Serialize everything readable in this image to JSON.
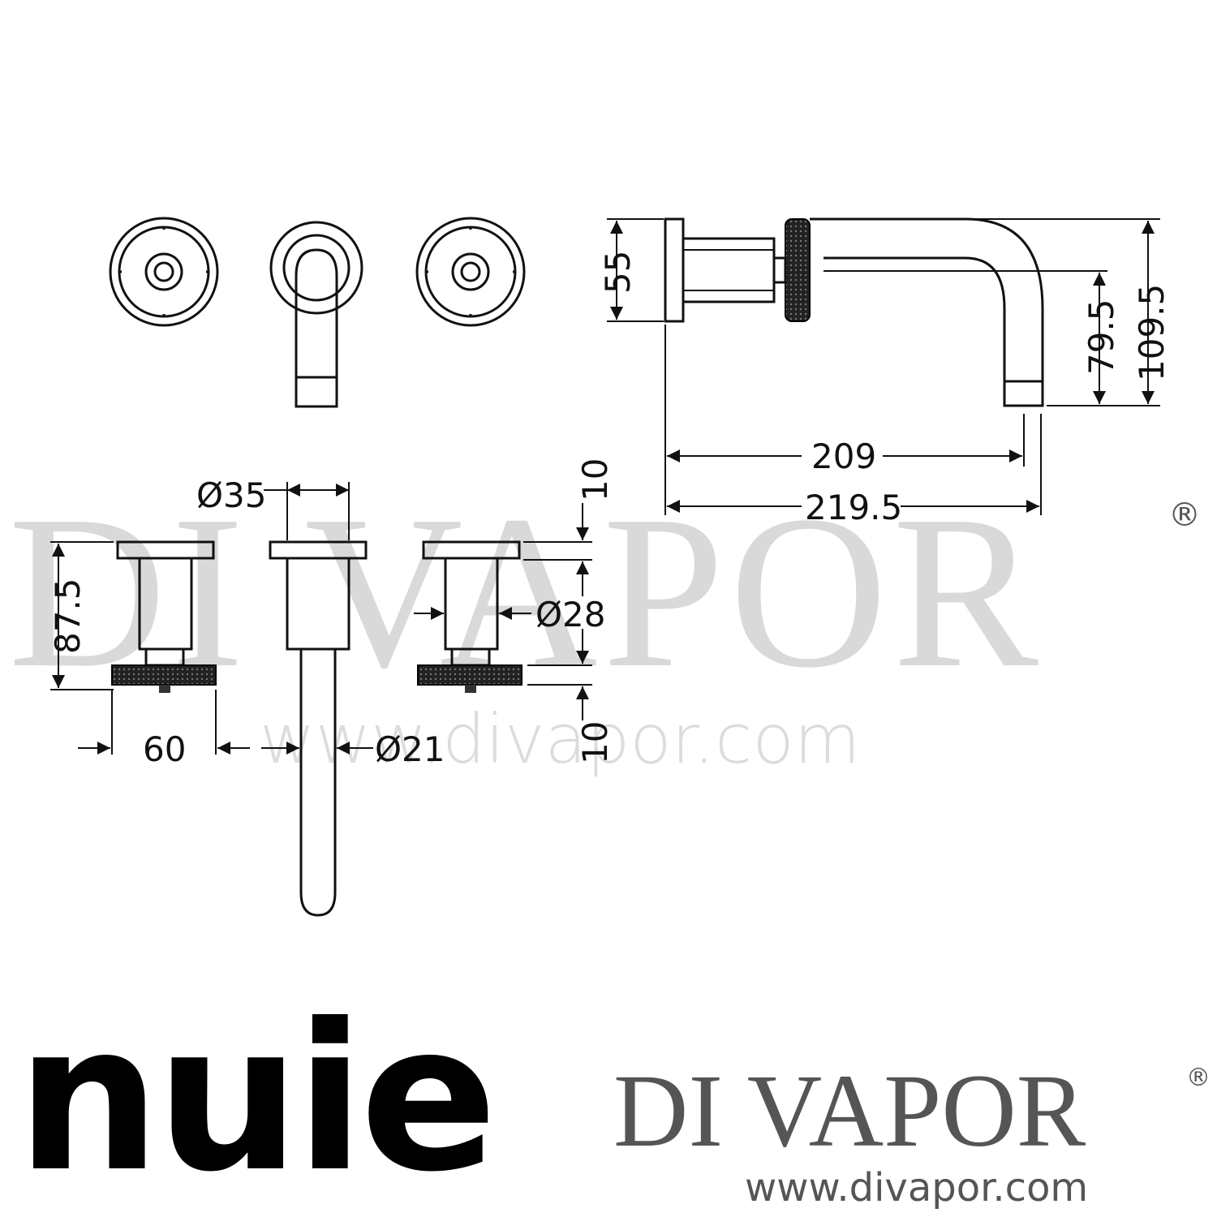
{
  "watermark": {
    "brand": "DI VAPOR",
    "registered": "®",
    "url": "www.divapor.com"
  },
  "dimensions": {
    "d35": "Ø35",
    "d28": "Ø28",
    "d21": "Ø21",
    "h87_5": "87.5",
    "w60": "60",
    "t10_top": "10",
    "t10_bottom": "10",
    "h55": "55",
    "h79_5": "79.5",
    "h109_5": "109.5",
    "l209": "209",
    "l219_5": "219.5"
  },
  "logos": {
    "nuie": "nuie",
    "divapor": "DI VAPOR",
    "divapor_registered": "®",
    "divapor_url": "www.divapor.com"
  },
  "colors": {
    "line": "#111111",
    "watermark": "#d9d9d9",
    "divapor_logo": "#555555",
    "nuie_logo": "#000000"
  }
}
